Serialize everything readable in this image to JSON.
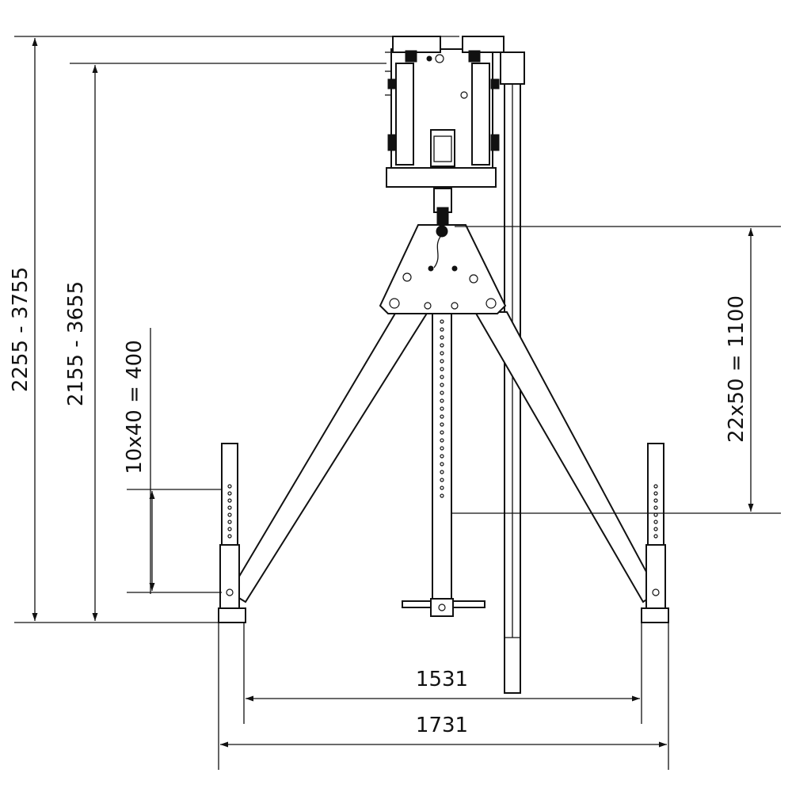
{
  "dimensions": {
    "overall_height": "2255 - 3755",
    "working_height": "2155 - 3655",
    "leg_adjust": "10x40 = 400",
    "column_adjust": "22x50 = 1100",
    "inner_width": "1531",
    "outer_width": "1731"
  },
  "colors": {
    "line": "#111111",
    "background": "#ffffff"
  }
}
